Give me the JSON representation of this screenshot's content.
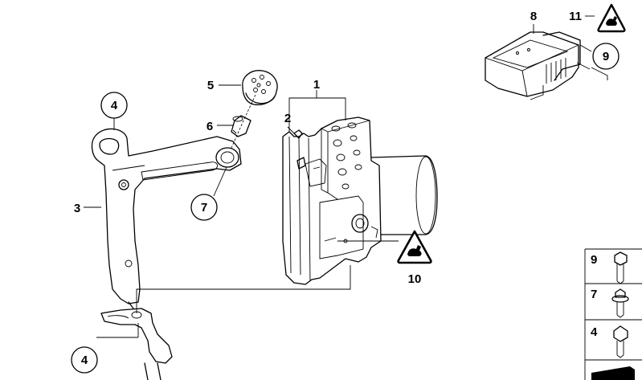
{
  "callouts": {
    "c1": "1",
    "c2": "2",
    "c3": "3",
    "c4a": "4",
    "c4b": "4",
    "c5": "5",
    "c6": "6",
    "c7": "7",
    "c8": "8",
    "c9": "9",
    "c10": "10",
    "c11": "11"
  },
  "side_panel": {
    "items": [
      {
        "label": "9",
        "icon": "long-bolt-icon"
      },
      {
        "label": "7",
        "icon": "flange-bolt-icon"
      },
      {
        "label": "4",
        "icon": "hex-bolt-icon"
      }
    ]
  },
  "icons": {
    "warning_triangle": "warning-triangle-icon"
  }
}
